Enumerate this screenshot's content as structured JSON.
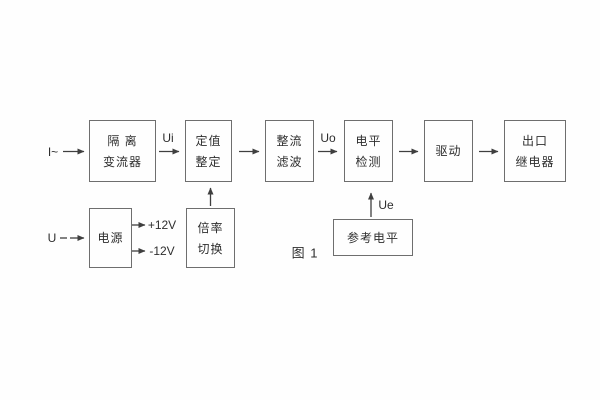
{
  "figure": {
    "caption": "图 1",
    "background_color": "#fefefe",
    "line_color": "#3f3f3f",
    "box_border_color": "#6e6e6e",
    "text_color": "#2e2e2e"
  },
  "inputs": {
    "current_input": "I~",
    "voltage_input": "U"
  },
  "signals": {
    "ui": "Ui",
    "uo": "Uo",
    "ue": "Ue",
    "plus12v": "+12V",
    "minus12v": "-12V"
  },
  "blocks": {
    "isolation_transformer": {
      "line1": "隔 离",
      "line2": "变流器"
    },
    "setting_adjust": {
      "line1": "定值",
      "line2": "整定"
    },
    "rectifier_filter": {
      "line1": "整流",
      "line2": "滤波"
    },
    "level_detector": {
      "line1": "电平",
      "line2": "检测"
    },
    "driver": {
      "line1": "驱动"
    },
    "output_relay": {
      "line1": "出口",
      "line2": "继电器"
    },
    "power_supply": {
      "line1": "电源"
    },
    "ratio_switch": {
      "line1": "倍率",
      "line2": "切换"
    },
    "reference_level": {
      "line1": "参考电平"
    }
  }
}
